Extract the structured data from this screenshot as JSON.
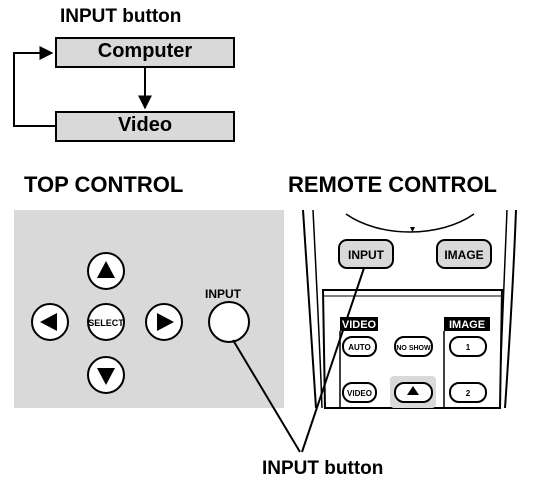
{
  "flow": {
    "title": "INPUT button",
    "box1": "Computer",
    "box2": "Video"
  },
  "top_control": {
    "heading": "TOP CONTROL",
    "select_label": "SELECT",
    "input_label": "INPUT"
  },
  "remote_control": {
    "heading": "REMOTE CONTROL",
    "input_button": "INPUT",
    "image_button": "IMAGE",
    "video_group": "VIDEO",
    "image_group": "IMAGE",
    "auto_button": "AUTO",
    "no_show_button": "NO SHOW",
    "video_button": "VIDEO",
    "image1_button": "1",
    "image2_button": "2"
  },
  "callout": {
    "label": "INPUT button"
  },
  "colors": {
    "box_fill": "#d9d9d9",
    "panel_fill": "#d9d9d9",
    "line": "#000000"
  }
}
